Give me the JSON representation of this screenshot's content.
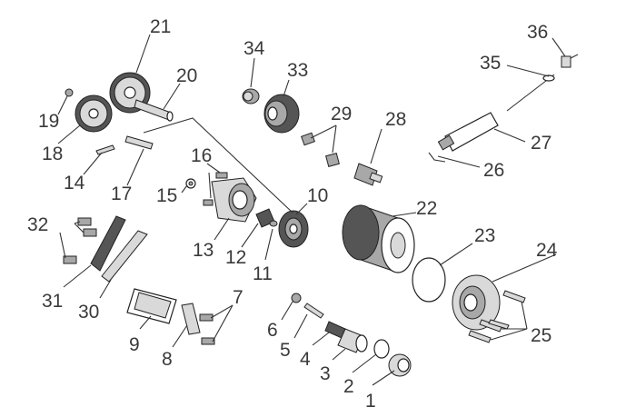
{
  "labels": [
    {
      "id": "1",
      "text": "1"
    },
    {
      "id": "2",
      "text": "2"
    },
    {
      "id": "3",
      "text": "3"
    },
    {
      "id": "4",
      "text": "4"
    },
    {
      "id": "5",
      "text": "5"
    },
    {
      "id": "6",
      "text": "6"
    },
    {
      "id": "7",
      "text": "7"
    },
    {
      "id": "8",
      "text": "8"
    },
    {
      "id": "9",
      "text": "9"
    },
    {
      "id": "10",
      "text": "10"
    },
    {
      "id": "11",
      "text": "11"
    },
    {
      "id": "12",
      "text": "12"
    },
    {
      "id": "13",
      "text": "13"
    },
    {
      "id": "14",
      "text": "14"
    },
    {
      "id": "15",
      "text": "15"
    },
    {
      "id": "16",
      "text": "16"
    },
    {
      "id": "17",
      "text": "17"
    },
    {
      "id": "18",
      "text": "18"
    },
    {
      "id": "19",
      "text": "19"
    },
    {
      "id": "20",
      "text": "20"
    },
    {
      "id": "21",
      "text": "21"
    },
    {
      "id": "22",
      "text": "22"
    },
    {
      "id": "23",
      "text": "23"
    },
    {
      "id": "24",
      "text": "24"
    },
    {
      "id": "25",
      "text": "25"
    },
    {
      "id": "26",
      "text": "26"
    },
    {
      "id": "27",
      "text": "27"
    },
    {
      "id": "28",
      "text": "28"
    },
    {
      "id": "29",
      "text": "29"
    },
    {
      "id": "30",
      "text": "30"
    },
    {
      "id": "31",
      "text": "31"
    },
    {
      "id": "32",
      "text": "32"
    },
    {
      "id": "33",
      "text": "33"
    },
    {
      "id": "34",
      "text": "34"
    },
    {
      "id": "35",
      "text": "35"
    },
    {
      "id": "36",
      "text": "36"
    }
  ]
}
